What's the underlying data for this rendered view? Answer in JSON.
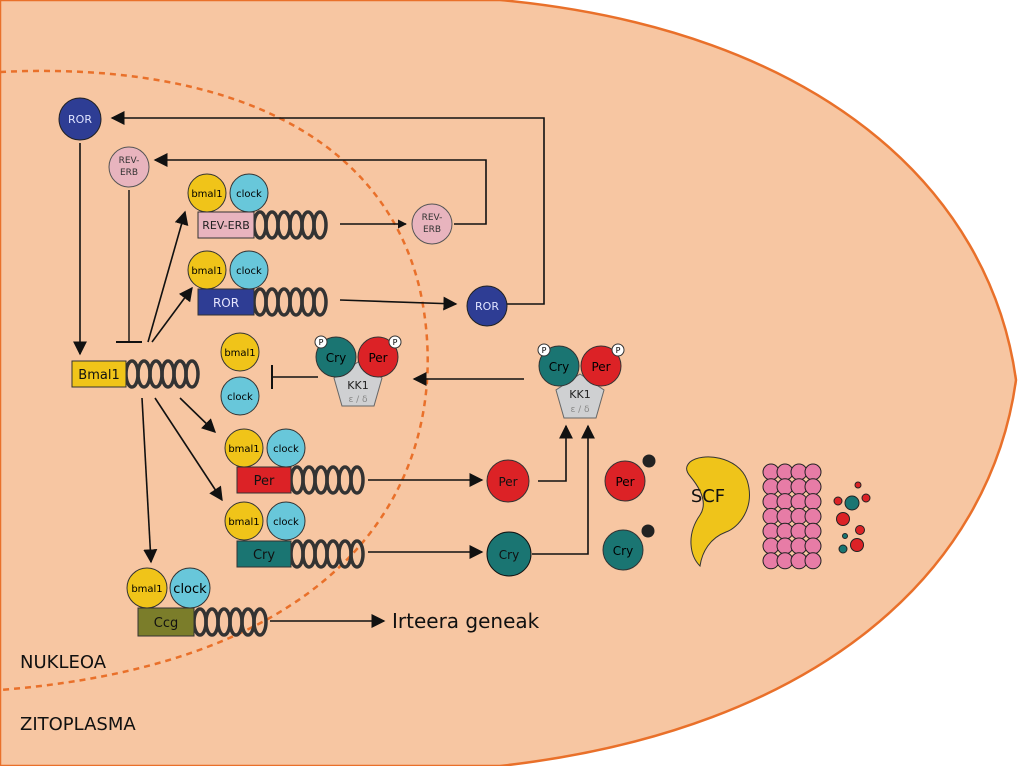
{
  "regions": {
    "nucleus": "NUKLEOA",
    "cytoplasm": "ZITOPLASMA"
  },
  "proteins": {
    "ror": "ROR",
    "reverb": "REV-\nERB",
    "bmal1": "bmal1",
    "clock": "clock",
    "cry": "Cry",
    "per": "Per",
    "ck1": "KK1",
    "ck1_sub": "ε / δ",
    "phospho": "P",
    "scf": "SCF"
  },
  "genes": {
    "bmal1": "Bmal1",
    "reverb": "REV-ERB",
    "ror": "ROR",
    "per": "Per",
    "cry": "Cry",
    "ccg": "Ccg"
  },
  "output_label": "Irteera geneak",
  "colors": {
    "cell": "#f7c6a2",
    "membrane": "#e9702a",
    "ror": "#2e3d94",
    "reverb": "#e8b4be",
    "bmal1": "#f0c419",
    "clock": "#68c7da",
    "per": "#dc2226",
    "cry": "#1a7572",
    "ccg": "#7b7d2a",
    "ck1": "#cfd0d2",
    "proteasome": "#e77ca6",
    "scf": "#efc41a"
  }
}
